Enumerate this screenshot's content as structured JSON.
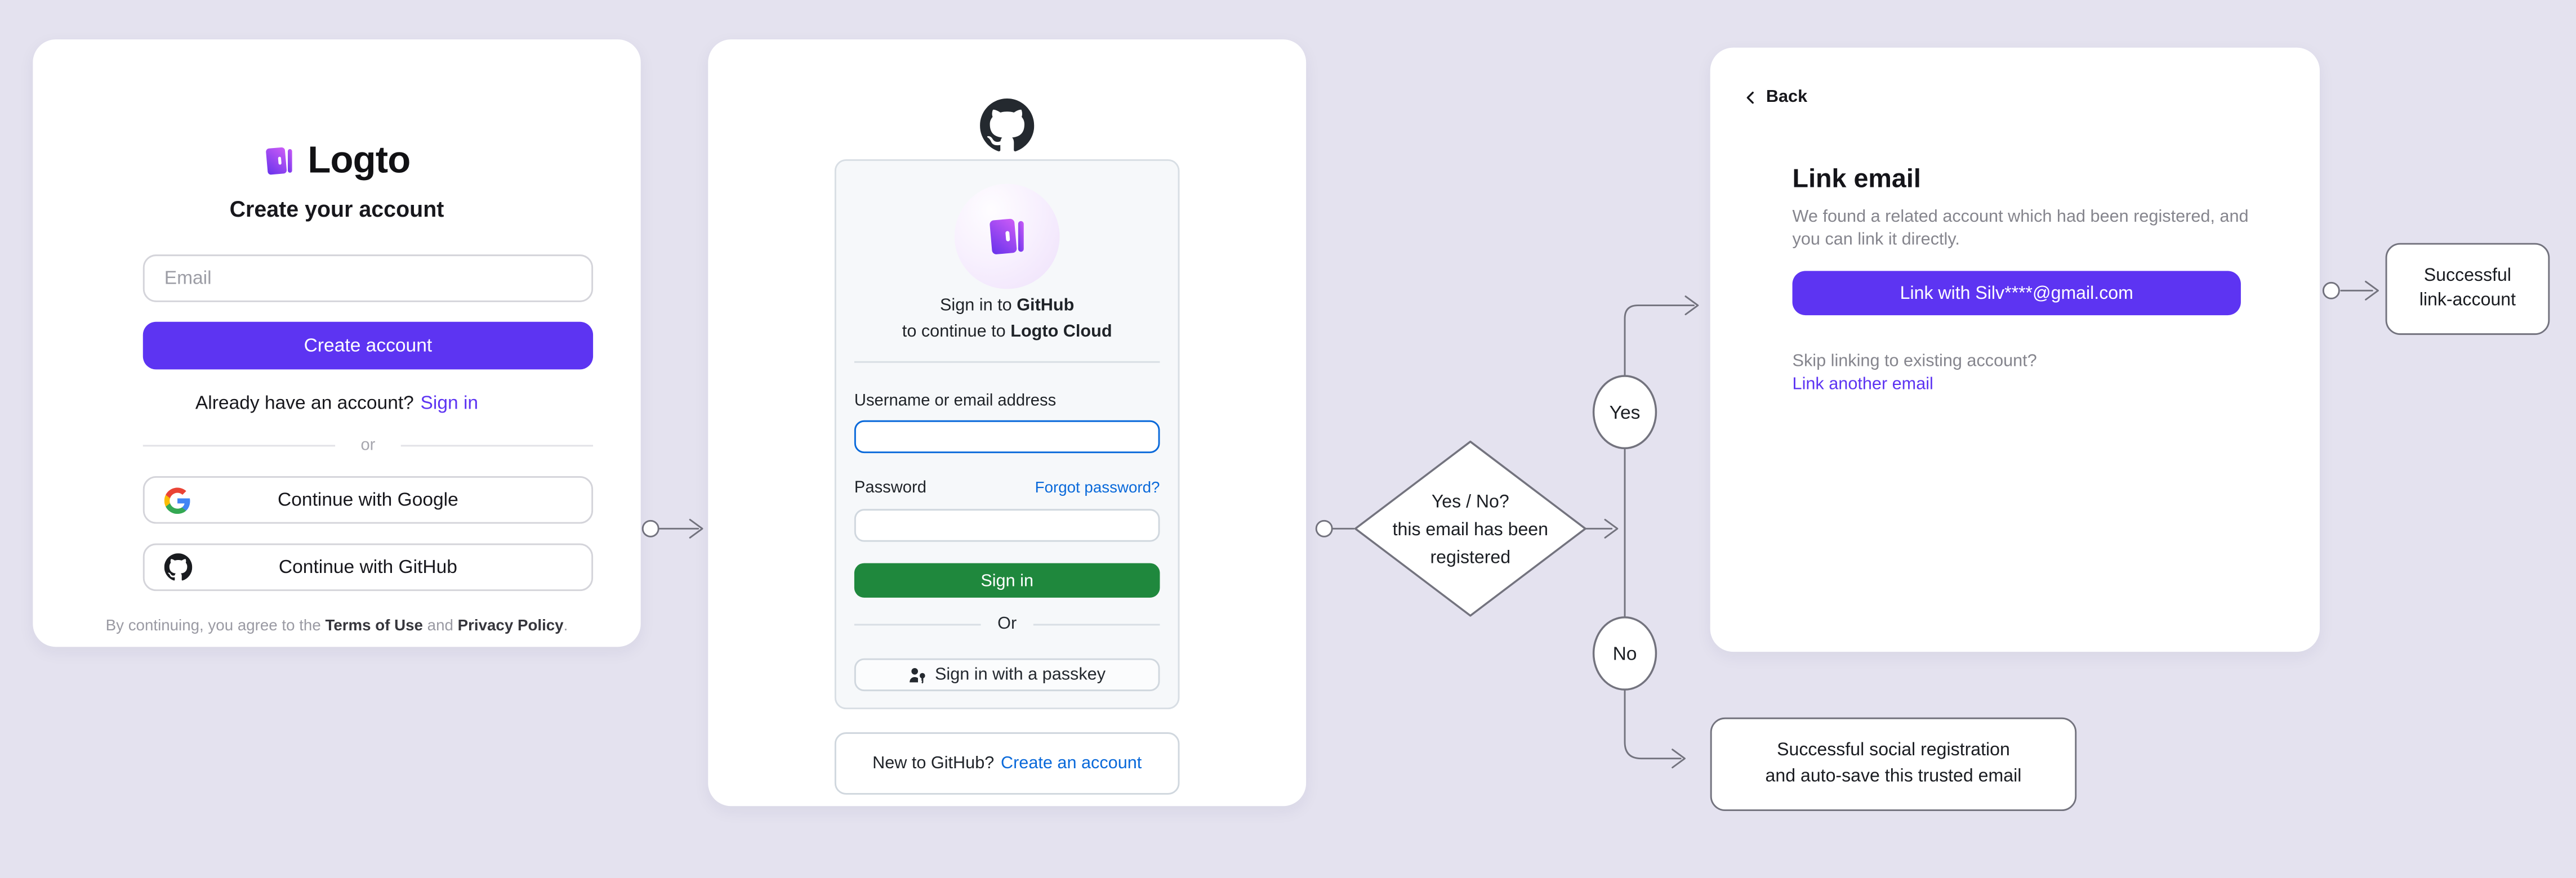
{
  "colors": {
    "background": "#e4e2ef",
    "brand_purple": "#5d34f2",
    "github_green": "#1f883d",
    "github_blue": "#0969da",
    "flow_stroke": "#73737e"
  },
  "logto": {
    "brand": "Logto",
    "title": "Create your account",
    "email_placeholder": "Email",
    "create_button": "Create account",
    "signin_prompt": "Already have an account?",
    "signin_link": "Sign in",
    "divider": "or",
    "google_button": "Continue with Google",
    "github_button": "Continue with GitHub",
    "terms": {
      "prefix": "By continuing, you agree to the ",
      "link1": "Terms of Use",
      "mid": " and ",
      "link2": "Privacy Policy",
      "suffix": "."
    }
  },
  "github": {
    "heading": {
      "l1_prefix": "Sign in to ",
      "l1_bold": "GitHub",
      "l2_prefix": "to continue to ",
      "l2_bold": "Logto Cloud"
    },
    "username_label": "Username or email address",
    "password_label": "Password",
    "forgot_link": "Forgot password?",
    "signin_button": "Sign in",
    "divider": "Or",
    "passkey_button": "Sign in with a passkey",
    "new_prompt": "New to GitHub?",
    "create_link": "Create an account"
  },
  "link_email": {
    "back": "Back",
    "title": "Link email",
    "desc1": "We found a related account which had been registered, and",
    "desc2": "you can link it directly.",
    "button": "Link with Silv****@gmail.com",
    "skip": "Skip linking to existing account?",
    "skip_link": "Link another email"
  },
  "flow": {
    "decision_l1": "Yes / No?",
    "decision_l2": "this email has been",
    "decision_l3": "registered",
    "yes_label": "Yes",
    "no_label": "No",
    "outcome_link_l1": "Successful",
    "outcome_link_l2": "link-account",
    "outcome_social_l1": "Successful social registration",
    "outcome_social_l2": "and auto-save this trusted email"
  }
}
